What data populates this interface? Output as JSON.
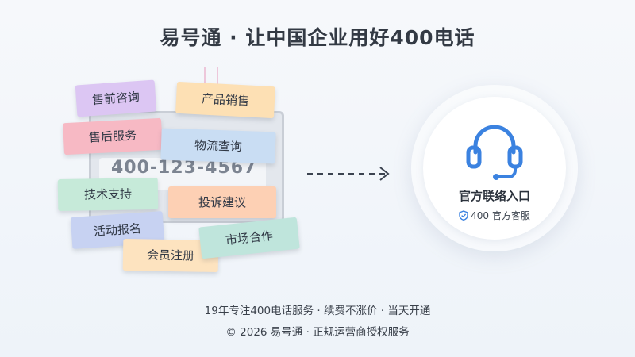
{
  "title": "易号通 · 让中国企业用好400电话",
  "phone_number": "400-123-4567",
  "tags": [
    {
      "label": "售前咨询",
      "color": "#dcc6f3"
    },
    {
      "label": "产品销售",
      "color": "#fde0b4"
    },
    {
      "label": "售后服务",
      "color": "#f7b9c4"
    },
    {
      "label": "物流查询",
      "color": "#c9ddf3"
    },
    {
      "label": "技术支持",
      "color": "#c6ead9"
    },
    {
      "label": "投诉建议",
      "color": "#fdd0b4"
    },
    {
      "label": "活动报名",
      "color": "#c7d2f2"
    },
    {
      "label": "会员注册",
      "color": "#fde3bf"
    },
    {
      "label": "市场合作",
      "color": "#bfe5dc"
    }
  ],
  "entry": {
    "label": "官方联络入口",
    "badge": "400 官方客服",
    "icon": "headset-icon",
    "accent": "#3b82e0"
  },
  "footer": {
    "line1": "19年专注400电话服务 · 续费不涨价 · 当天开通",
    "line2": "© 2026 易号通 · 正规运营商授权服务"
  }
}
